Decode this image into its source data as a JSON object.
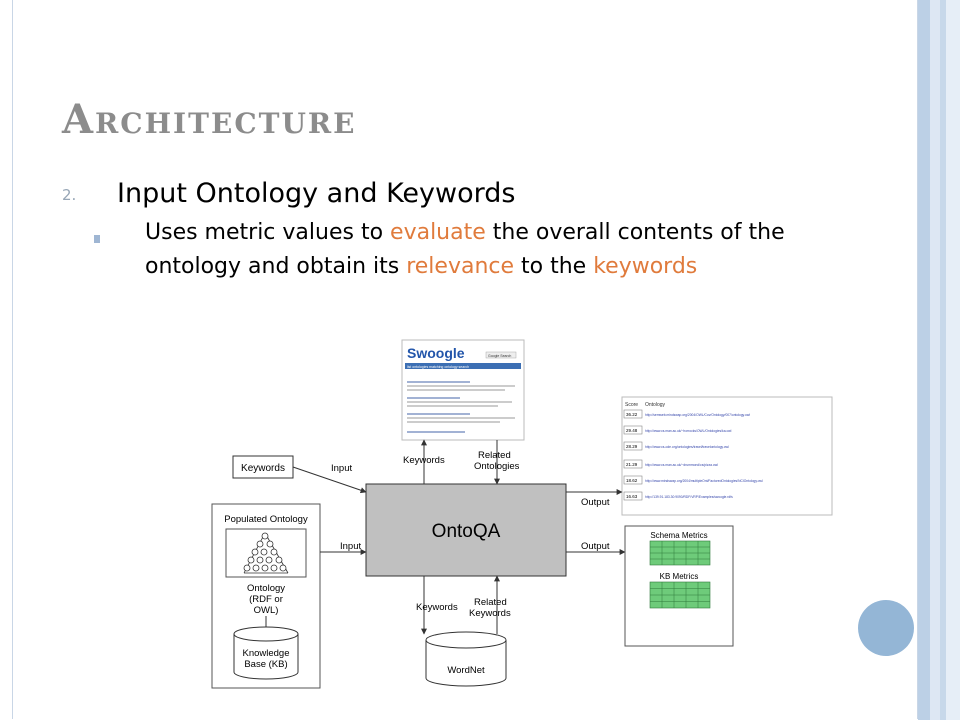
{
  "slide": {
    "title": "Architecture",
    "item_number": "2.",
    "item_heading": "Input Ontology and Keywords",
    "sub_parts": [
      {
        "text": "Uses metric values to ",
        "highlight": false
      },
      {
        "text": "evaluate",
        "highlight": true
      },
      {
        "text": " the overall contents of the ontology and obtain its ",
        "highlight": false
      },
      {
        "text": "relevance",
        "highlight": true
      },
      {
        "text": " to the ",
        "highlight": false
      },
      {
        "text": "keywords",
        "highlight": true
      }
    ]
  },
  "colors": {
    "accent": "#e07b3c",
    "title": "#8c8c8c",
    "center_box": "#c0c0c0",
    "metric_grid": "#6ecb7a",
    "stripe_dark": "#bcd0e6",
    "stripe_light": "#dde7f3",
    "circle": "#94b6d6"
  },
  "diagram": {
    "center_label": "OntoQA",
    "keywords_box": "Keywords",
    "labels": {
      "input_top": "Input",
      "input_left": "Input",
      "output_top": "Output",
      "output_bottom": "Output",
      "keywords_top": "Keywords",
      "related_top_1": "Related",
      "related_top_2": "Ontologies",
      "keywords_bottom": "Keywords",
      "related_bottom_1": "Related",
      "related_bottom_2": "Keywords"
    },
    "populated": {
      "title": "Populated Ontology",
      "ontology_lines": [
        "Ontology",
        "(RDF or",
        "OWL)"
      ],
      "kb_lines": [
        "Knowledge",
        "Base (KB)"
      ]
    },
    "wordnet": "WordNet",
    "metrics": {
      "schema": "Schema Metrics",
      "kb": "KB Metrics"
    },
    "swoogle": {
      "logo": "Swoogle",
      "search_button": "Google Search",
      "query": "list ontologies matching ontology search"
    },
    "results": {
      "header_score": "Score",
      "header_ontology": "Ontology",
      "rows": [
        {
          "score": "36.22",
          "url": "http://semweb.mindswap.org/2004/OWL/Cov/Ontology/007/ontology.owl"
        },
        {
          "score": "29.48",
          "url": "http://www.cs.man.ac.uk/~horrocks/OWL/Ontologies/ka.owl"
        },
        {
          "score": "28.29",
          "url": "http://www.cs-ode.org/ontologies/travel/travelontology.owl"
        },
        {
          "score": "21.29",
          "url": "http://www.cs.man.ac.uk/~drummond/cs/pizza.owl"
        },
        {
          "score": "18.62",
          "url": "http://www.mindswap.org/2004/multipleOnt/FactoredOntologies/NCIOntology.owl"
        },
        {
          "score": "16.63",
          "url": "http://139.91.183.30:9090/RDF/VRP/Examples/swoogle.rdfs"
        }
      ]
    }
  }
}
